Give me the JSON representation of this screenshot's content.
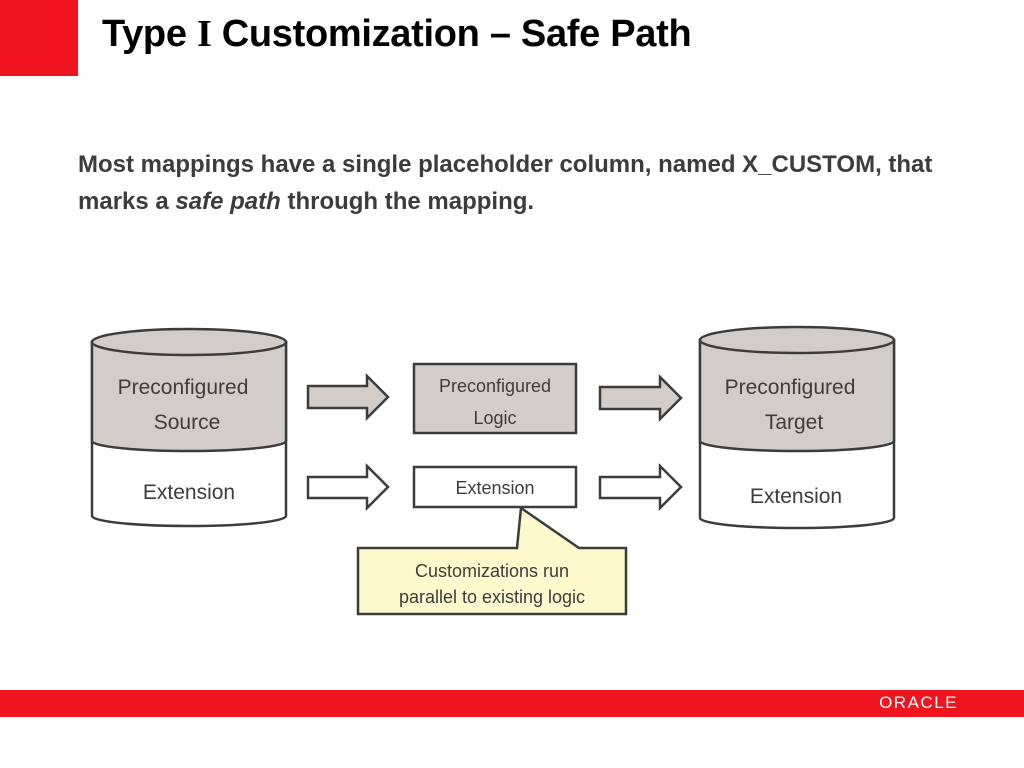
{
  "slide": {
    "title_prefix": "Type ",
    "title_numeral": "I",
    "title_suffix": " Customization – Safe Path",
    "lead_part1": "Most mappings have a single placeholder column, named X_CUSTOM, that marks a ",
    "lead_em": "safe path",
    "lead_part2": " through the mapping."
  },
  "diagram": {
    "source": {
      "top_line1": "Preconfigured",
      "top_line2": "Source",
      "bottom": "Extension"
    },
    "logic_box": {
      "line1": "Preconfigured",
      "line2": "Logic"
    },
    "extension_box": {
      "label": "Extension"
    },
    "target": {
      "top_line1": "Preconfigured",
      "top_line2": "Target",
      "bottom": "Extension"
    },
    "callout": {
      "line1": "Customizations run",
      "line2": "parallel to existing logic"
    }
  },
  "footer": {
    "logo": "ORACLE"
  },
  "colors": {
    "brand_red": "#f0141e",
    "cylinder_top": "#d2cdc9",
    "callout_fill": "#fdf9cc",
    "outline": "#3c3c3c"
  }
}
